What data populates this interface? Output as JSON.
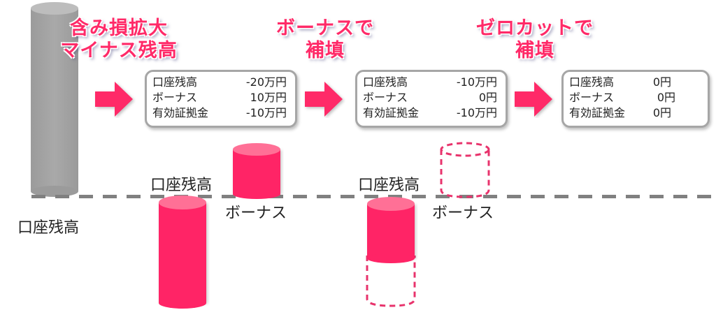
{
  "headings": {
    "step1": [
      "含み損拡大",
      "マイナス残高"
    ],
    "step2": [
      "ボーナスで",
      "補填"
    ],
    "step3": [
      "ゼロカットで",
      "補填"
    ]
  },
  "boxes": [
    {
      "rows": [
        {
          "label": "口座残高",
          "value": "-20万円"
        },
        {
          "label": "ボーナス",
          "value": "10万円"
        },
        {
          "label": "有効証拠金",
          "value": "-10万円"
        }
      ]
    },
    {
      "rows": [
        {
          "label": "口座残高",
          "value": "-10万円"
        },
        {
          "label": "ボーナス",
          "value": "0円"
        },
        {
          "label": "有効証拠金",
          "value": "-10万円"
        }
      ]
    },
    {
      "rows": [
        {
          "label": "口座残高",
          "value": "0円"
        },
        {
          "label": "ボーナス",
          "value": "0円"
        },
        {
          "label": "有効証拠金",
          "value": "0円"
        }
      ]
    }
  ],
  "labels": {
    "initial_balance": "口座残高",
    "stage1_balance": "口座残高",
    "stage1_bonus": "ボーナス",
    "stage2_balance": "口座残高",
    "stage2_bonus": "ボーナス"
  },
  "icons": {
    "arrow": "right-arrow-icon",
    "cylinder": "cylinder-bar"
  },
  "colors": {
    "accent": "#ff2a68",
    "accent_top": "#ff6f92",
    "gray_bar": "#a6a6a6",
    "baseline": "#808080",
    "box_border": "#a6a6a6"
  }
}
